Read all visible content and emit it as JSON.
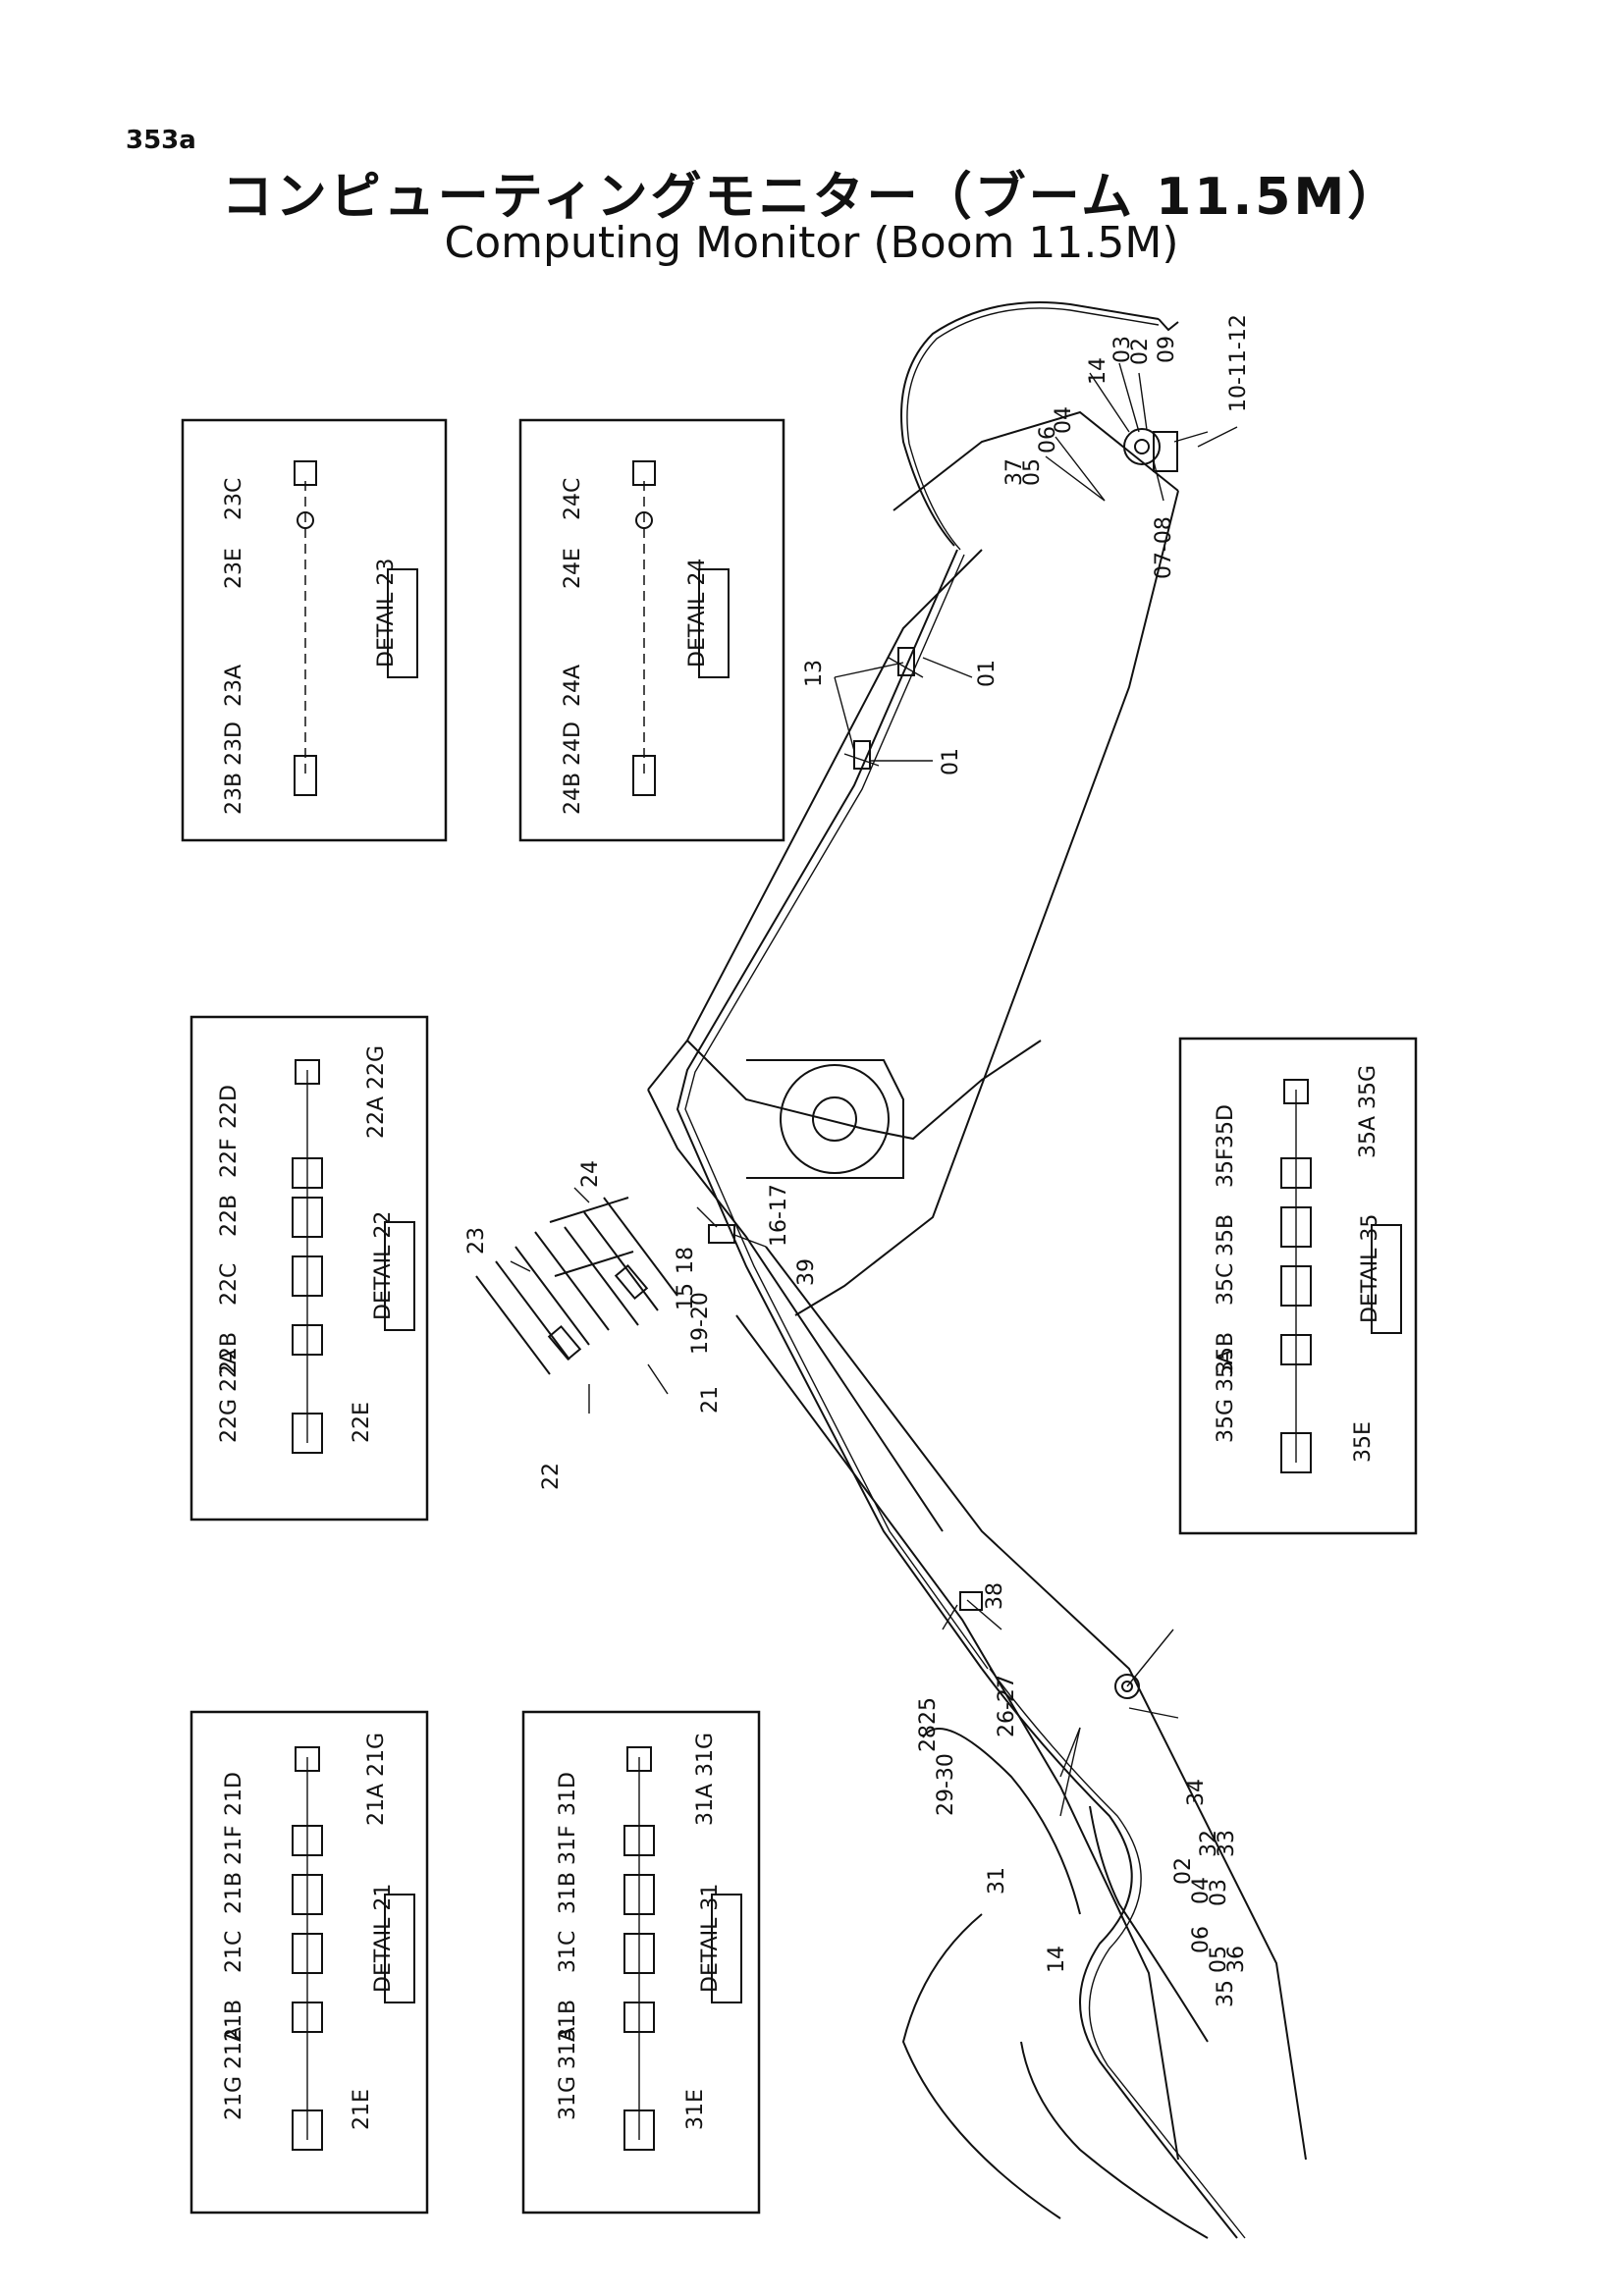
{
  "page_number": "353a",
  "title_jp": "コンピューティングモニター（ブーム 11.5M）",
  "title_en": "Computing Monitor (Boom 11.5M)",
  "details": [
    {
      "id": "detail-23",
      "tag": "DETAIL 23",
      "labels": [
        "23C",
        "23E",
        "23A",
        "23D",
        "23B"
      ]
    },
    {
      "id": "detail-24",
      "tag": "DETAIL 24",
      "labels": [
        "24C",
        "24E",
        "24A",
        "24D",
        "24B"
      ]
    },
    {
      "id": "detail-22",
      "tag": "DETAIL 22",
      "labels": [
        "22D",
        "22F",
        "22A 22G",
        "22B",
        "22C",
        "22B",
        "22G 22A",
        "22E"
      ]
    },
    {
      "id": "detail-35",
      "tag": "DETAIL 35",
      "labels": [
        "35D",
        "35F",
        "35A 35G",
        "35B",
        "35C",
        "35B",
        "35G 35A",
        "35E"
      ]
    },
    {
      "id": "detail-21",
      "tag": "DETAIL 21",
      "labels": [
        "21D",
        "21F",
        "21A 21G",
        "21B",
        "21C",
        "21B",
        "21G 21A",
        "21E"
      ]
    },
    {
      "id": "detail-31",
      "tag": "DETAIL 31",
      "labels": [
        "31D",
        "31F",
        "31A 31G",
        "31B",
        "31C",
        "31B",
        "31G 31A",
        "31E"
      ]
    }
  ],
  "callouts": {
    "c14a": "14",
    "c03a": "03",
    "c02a": "02",
    "c09": "09",
    "c10": "10-11-12",
    "c04a": "04",
    "c06a": "06",
    "c05a": "05",
    "c37": "37",
    "c0708": "07-08",
    "c13": "13",
    "c01a": "01",
    "c01b": "01",
    "c24": "24",
    "c23": "23",
    "c18": "18",
    "c1617": "16-17",
    "c15": "15",
    "c1920": "19-20",
    "c39": "39",
    "c21": "21",
    "c22": "22",
    "c38": "38",
    "c2627": "26-27",
    "c2825": "2825",
    "c2930": "29-30",
    "c34": "34",
    "c32": "32",
    "c33": "33",
    "c02b": "02",
    "c04b": "04",
    "c03b": "03",
    "c06b": "06",
    "c05b": "05",
    "c36": "36",
    "c35": "35",
    "c31": "31",
    "c14b": "14"
  }
}
